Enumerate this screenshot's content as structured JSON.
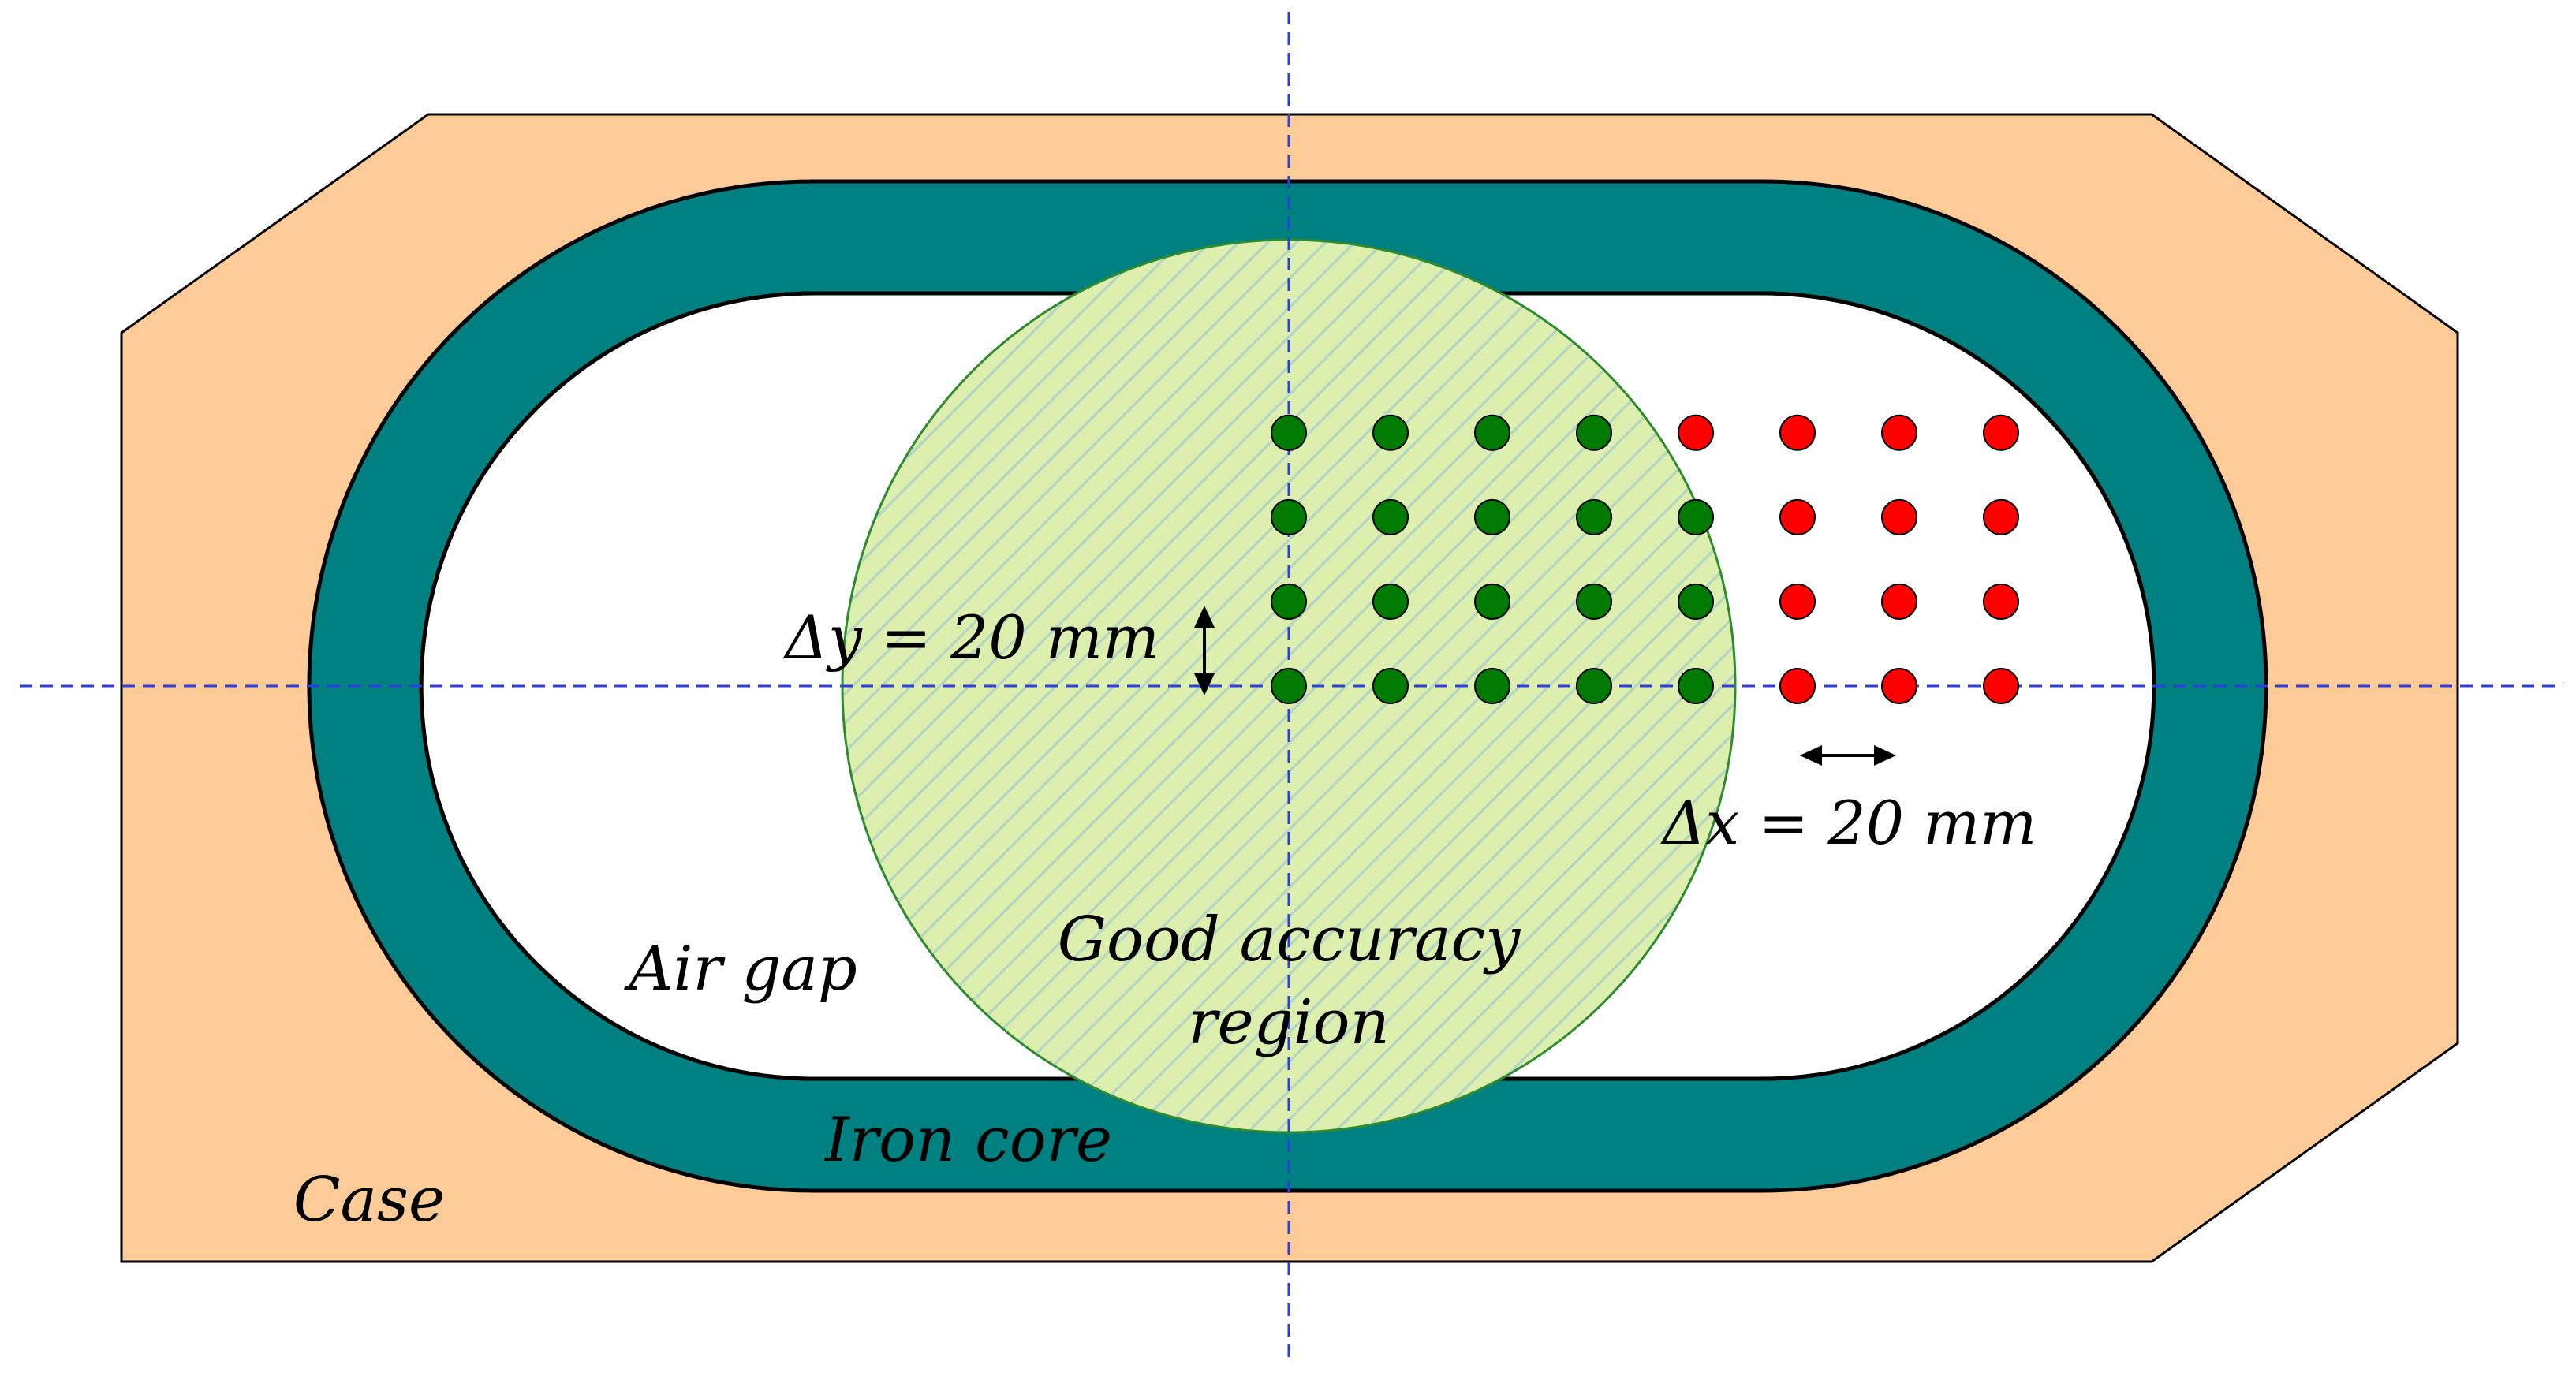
{
  "colors": {
    "case": "#FDCB98",
    "iron": "#008080",
    "region_fill": "#DCEFAE",
    "region_stroke": "#2E8B2E",
    "hatch": "#A8CFC8",
    "axis": "#2E3FE0",
    "good_point": "#007A00",
    "bad_point": "#FF0000"
  },
  "labels": {
    "case": "Case",
    "iron_core": "Iron core",
    "air_gap": "Air gap",
    "region_line1": "Good accuracy",
    "region_line2": "region",
    "dy": "Δy = 20 mm",
    "dx": "Δx = 20 mm"
  },
  "grid": {
    "columns": 8,
    "rows": 4,
    "good_counts_per_row_from_top": [
      4,
      5,
      5,
      5
    ]
  }
}
